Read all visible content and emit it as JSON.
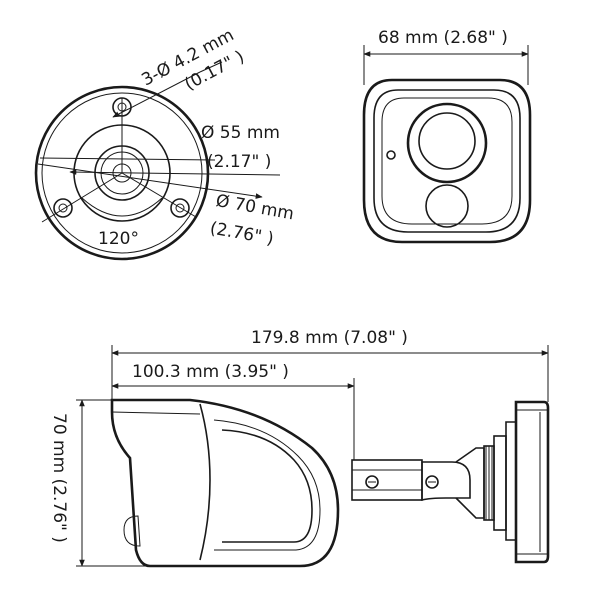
{
  "diagram": {
    "base_view": {
      "screw_holes": "3-Ø 4.2 mm",
      "screw_holes_in": "(0.17\" )",
      "inner_diameter": "Ø 55 mm",
      "inner_diameter_in": "(2.17\" )",
      "outer_diameter": "Ø 70 mm",
      "outer_diameter_in": "(2.76\" )",
      "angle": "120°"
    },
    "front_view": {
      "width": "68 mm (2.68\" )"
    },
    "side_view": {
      "total_length": "179.8 mm (7.08\" )",
      "body_length": "100.3 mm (3.95\" )",
      "height": "70 mm (2.76\" )"
    }
  }
}
